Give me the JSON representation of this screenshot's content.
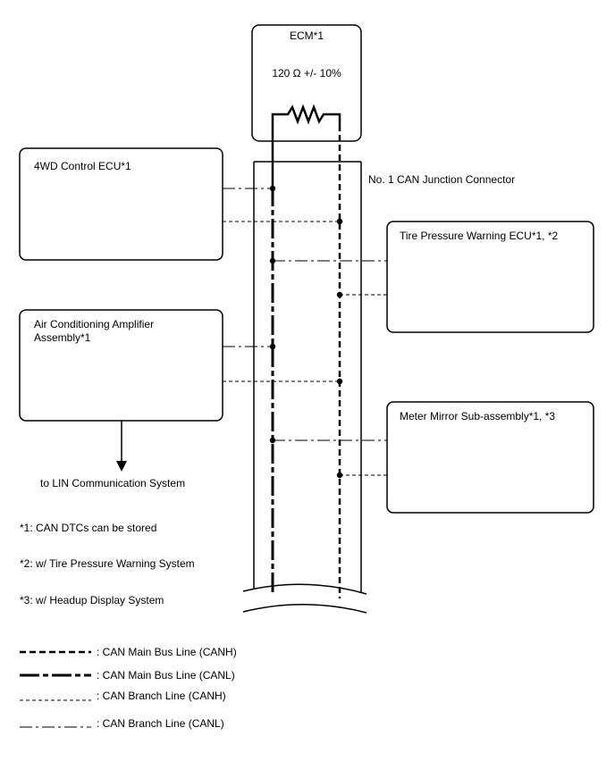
{
  "ecm": {
    "title": "ECM*1",
    "resistor_label": "120 Ω +/- 10%"
  },
  "junction_connector": {
    "label": "No. 1 CAN Junction Connector"
  },
  "ecus": {
    "four_wd": {
      "label": "4WD Control ECU*1"
    },
    "ac_amplifier": {
      "label_line1": "Air Conditioning Amplifier",
      "label_line2": "Assembly*1"
    },
    "tire_pressure": {
      "label": "Tire Pressure Warning ECU*1, *2"
    },
    "meter_mirror": {
      "label": "Meter Mirror Sub-assembly*1, *3"
    }
  },
  "lin_note": "to LIN Communication System",
  "footnotes": [
    "*1: CAN DTCs can be stored",
    "*2: w/ Tire Pressure Warning System",
    "*3: w/ Headup Display System"
  ],
  "legend": [
    {
      "label": ": CAN Main Bus Line (CANH)"
    },
    {
      "label": ": CAN Main Bus Line (CANL)"
    },
    {
      "label": ": CAN Branch Line (CANH)"
    },
    {
      "label": ": CAN Branch Line (CANL)"
    }
  ]
}
